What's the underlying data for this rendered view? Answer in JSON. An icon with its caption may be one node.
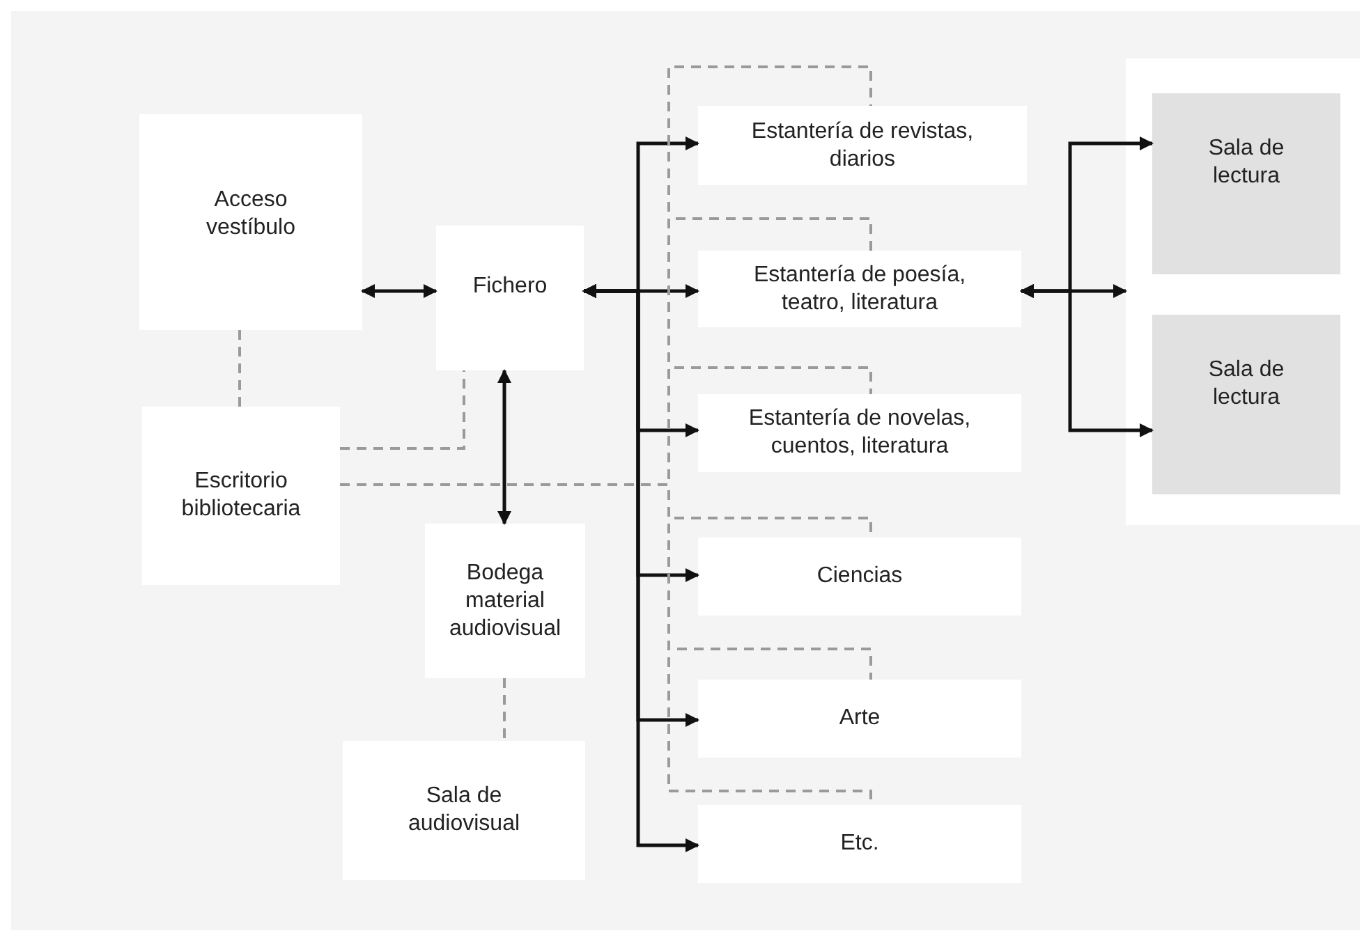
{
  "diagram": {
    "nodes": [
      {
        "text": [
          "Acceso vestíbulo"
        ]
      },
      {
        "text": [
          "Fichero"
        ]
      },
      {
        "text": [
          "Escritorio bibliotecaria"
        ]
      },
      {
        "text": [
          "Bodega material audiovisual"
        ]
      },
      {
        "text": [
          "Sala de audiovisual"
        ]
      },
      {
        "text": [
          "Estantería de revistas, diarios"
        ]
      },
      {
        "text": [
          "Estantería de poesía, teatro, literatura"
        ]
      },
      {
        "text": [
          "Estantería de novelas, cuentos, literatura"
        ]
      },
      {
        "text": [
          "Ciencias"
        ]
      },
      {
        "text": [
          "Arte"
        ]
      },
      {
        "text": [
          "Etc."
        ]
      },
      {
        "text": [],
        "shape": "box"
      },
      {
        "text": [
          "Sala de lectura"
        ],
        "in": 11
      },
      {
        "text": [
          "Sala de lectura"
        ],
        "in": 11
      }
    ],
    "edges": [
      {
        "from": 0,
        "to": 1,
        "arrow": "both"
      },
      {
        "from": 1,
        "to": 3,
        "arrow": "both"
      },
      {
        "from": 1,
        "to": 5,
        "arrow": "both"
      },
      {
        "from": 1,
        "to": 6,
        "arrow": "both"
      },
      {
        "from": 1,
        "to": 7,
        "arrow": "both"
      },
      {
        "from": 1,
        "to": 8,
        "arrow": "both"
      },
      {
        "from": 1,
        "to": 9,
        "arrow": "both"
      },
      {
        "from": 1,
        "to": 10,
        "arrow": "both"
      },
      {
        "from": 6,
        "to": 12,
        "arrow": "both"
      },
      {
        "from": 6,
        "to": 11,
        "arrow": "both"
      },
      {
        "from": 6,
        "to": 13,
        "arrow": "both"
      },
      {
        "from": 0,
        "to": 2,
        "arrow": "none",
        "style": "dashed",
        "color": "#9a9a9a"
      },
      {
        "from": 2,
        "to": 1,
        "arrow": "none",
        "style": "dashed",
        "color": "#9a9a9a"
      },
      {
        "from": 2,
        "to": 5,
        "arrow": "none",
        "style": "dashed",
        "color": "#9a9a9a"
      },
      {
        "from": 2,
        "to": 6,
        "arrow": "none",
        "style": "dashed",
        "color": "#9a9a9a"
      },
      {
        "from": 2,
        "to": 7,
        "arrow": "none",
        "style": "dashed",
        "color": "#9a9a9a"
      },
      {
        "from": 2,
        "to": 8,
        "arrow": "none",
        "style": "dashed",
        "color": "#9a9a9a"
      },
      {
        "from": 2,
        "to": 9,
        "arrow": "none",
        "style": "dashed",
        "color": "#9a9a9a"
      },
      {
        "from": 2,
        "to": 10,
        "arrow": "none",
        "style": "dashed",
        "color": "#9a9a9a"
      },
      {
        "from": 3,
        "to": 4,
        "arrow": "none",
        "style": "dashed",
        "color": "#9a9a9a"
      }
    ]
  }
}
